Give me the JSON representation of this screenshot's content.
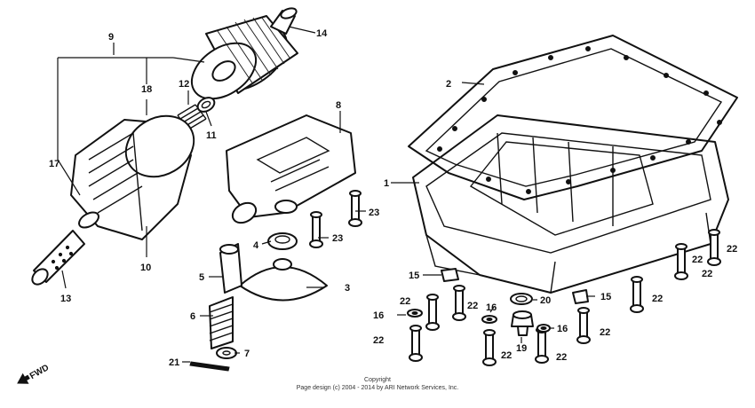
{
  "callouts": {
    "c1": "1",
    "c2": "2",
    "c3": "3",
    "c4": "4",
    "c5": "5",
    "c6": "6",
    "c7": "7",
    "c8": "8",
    "c9": "9",
    "c10": "10",
    "c11": "11",
    "c12": "12",
    "c13": "13",
    "c14": "14",
    "c15a": "15",
    "c15b": "15",
    "c16a": "16",
    "c16b": "16",
    "c16c": "16",
    "c17": "17",
    "c18": "18",
    "c19": "19",
    "c20": "20",
    "c21": "21",
    "c22a": "22",
    "c22b": "22",
    "c22c": "22",
    "c22d": "22",
    "c22e": "22",
    "c22f": "22",
    "c22g": "22",
    "c22h": "22",
    "c22i": "22",
    "c22j": "22",
    "c23a": "23",
    "c23b": "23"
  },
  "footer": {
    "line1": "Copyright",
    "line2": "Page design (c) 2004 - 2014 by ARI Network Services, Inc."
  },
  "direction_label": "FWD"
}
